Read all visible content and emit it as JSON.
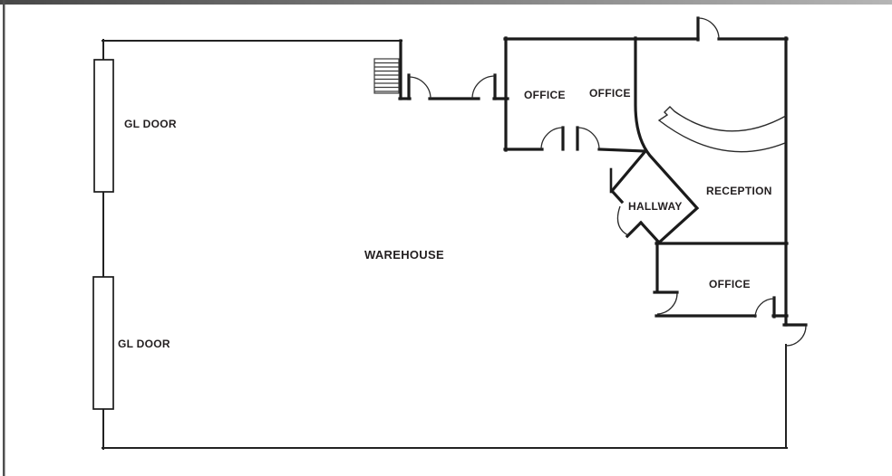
{
  "canvas": {
    "background": "#ffffff",
    "wall_color": "#1b1b1b",
    "thin_wall_color": "#222222",
    "arc_color": "#2a2a2a",
    "stairs_color": "#3a3a3a",
    "desk_color": "#2a2a2a",
    "label_color": "#231f20",
    "top_bar_left": "#474747",
    "top_bar_right": "#b5b5b5",
    "edge_line": "#4f4f4f"
  },
  "labels": {
    "gl_door_top": "GL DOOR",
    "gl_door_bottom": "GL DOOR",
    "warehouse": "WAREHOUSE",
    "office_top_left": "OFFICE",
    "office_top_right": "OFFICE",
    "reception": "RECEPTION",
    "hallway": "HALLWAY",
    "office_bottom": "OFFICE"
  }
}
